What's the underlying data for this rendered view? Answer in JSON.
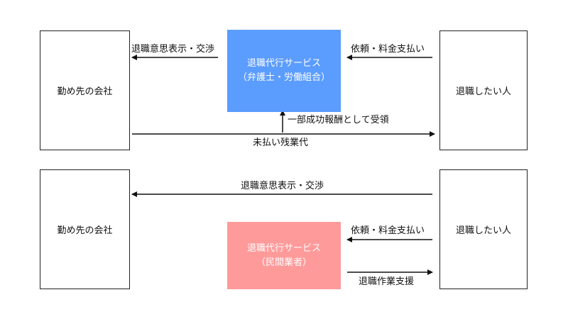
{
  "top": {
    "company": "勤め先の会社",
    "person": "退職したい人",
    "service_line1": "退職代行サービス",
    "service_line2": "（弁護士・労働組合）",
    "service_color": "#5b9cff",
    "arrow_to_company": "退職意思表示・交渉",
    "arrow_from_person": "依頼・料金支払い",
    "arrow_up": "一部成功報酬として受領",
    "arrow_bottom": "未払い残業代"
  },
  "bottom": {
    "company": "勤め先の会社",
    "person": "退職したい人",
    "service_line1": "退職代行サービス",
    "service_line2": "（民間業者）",
    "service_color": "#ff9a9a",
    "arrow_to_company": "退職意思表示・交渉",
    "arrow_from_person": "依頼・料金支払い",
    "arrow_to_person": "退職作業支援"
  }
}
